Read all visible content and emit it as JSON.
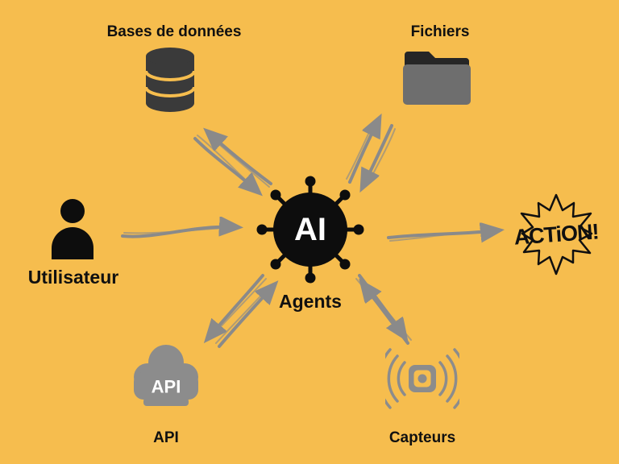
{
  "title": "AI Agents diagram",
  "colors": {
    "background": "#F6BD4E",
    "arrow": "#8A8A8A",
    "icon_dark": "#3A3A3A",
    "icon_gray": "#8C8C8C",
    "text": "#101010",
    "center_node": "#0D0D0D",
    "center_text": "#FFFFFF"
  },
  "nodes": {
    "databases": {
      "label": "Bases de données"
    },
    "files": {
      "label": "Fichiers"
    },
    "user": {
      "label": "Utilisateur"
    },
    "center": {
      "icon_text": "AI",
      "label": "Agents"
    },
    "api": {
      "label": "API",
      "icon_text": "API"
    },
    "sensors": {
      "label": "Capteurs"
    },
    "action": {
      "label": "ACTiON!"
    }
  },
  "connections": [
    {
      "from": "center",
      "to": "databases",
      "direction": "bidirectional"
    },
    {
      "from": "center",
      "to": "files",
      "direction": "bidirectional"
    },
    {
      "from": "center",
      "to": "api",
      "direction": "bidirectional"
    },
    {
      "from": "center",
      "to": "sensors",
      "direction": "bidirectional"
    },
    {
      "from": "user",
      "to": "center",
      "direction": "one-way"
    },
    {
      "from": "center",
      "to": "action",
      "direction": "one-way"
    }
  ]
}
